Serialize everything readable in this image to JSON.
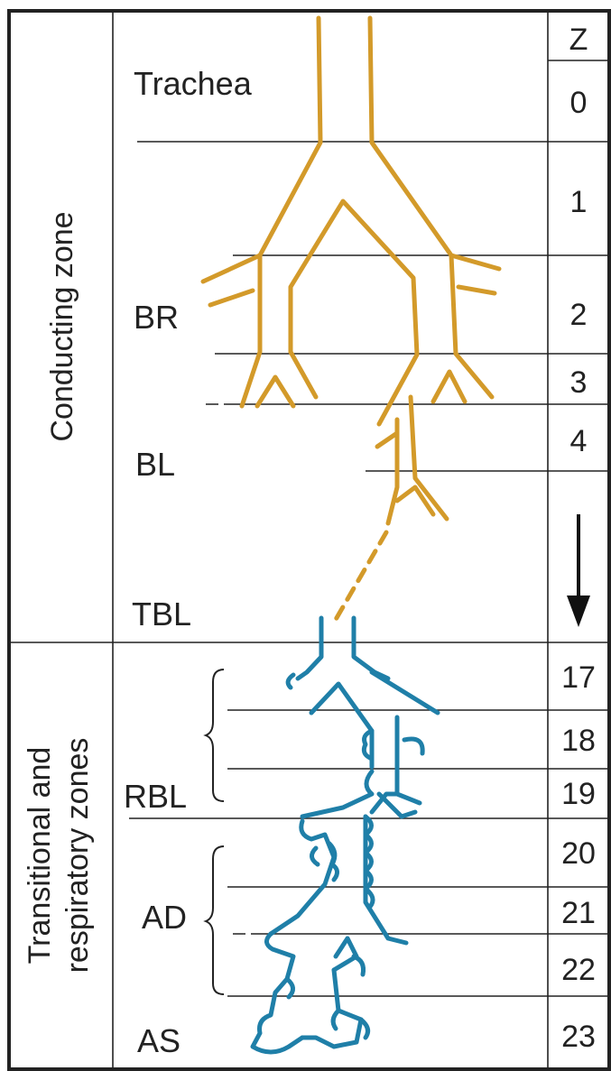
{
  "zones": {
    "conducting": "Conducting zone",
    "respiratory_line1": "Transitional and",
    "respiratory_line2": "respiratory zones"
  },
  "structures": {
    "trachea": "Trachea",
    "br": "BR",
    "bl": "BL",
    "tbl": "TBL",
    "rbl": "RBL",
    "ad": "AD",
    "as": "AS"
  },
  "generation_column": {
    "header": "Z",
    "generations": [
      "0",
      "1",
      "2",
      "3",
      "4",
      "17",
      "18",
      "19",
      "20",
      "21",
      "22",
      "23"
    ]
  },
  "colors": {
    "conducting_airways": "#d39a2a",
    "respiratory_airways": "#1f7fa8",
    "lines": "#222222"
  }
}
